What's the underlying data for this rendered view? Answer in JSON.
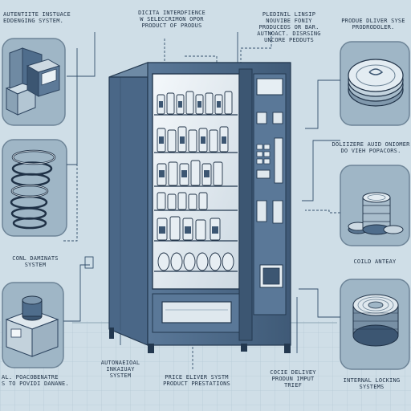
{
  "labels": {
    "top_left": "AUTENTIITE INSTUACE\nEDDENGING SYSTEM.",
    "top_center_left": "DICITA INTERDFIENCE\nW SELECCRIMON OPOR\nPRODUCT OF PRODUS",
    "top_center_right": "PLEDINIL LINSIP\nNOUVIBE FONIY\nPRODUCEOS OR BAR.\nAUTNOACT. DISRSING\nUNCORE PEDDUTS",
    "top_right": "PRODUE DLIVER SYSE\nPRODRODOLER.",
    "mid_right": "DOLIIZERE AUID ONIOMER\nDO VIEH POPACORS.",
    "left_coil": "CONL DAMINATS\nSYSTEM",
    "right_coil": "COILD ANTEAY",
    "bottom_left": "AL. POACOBENATRE\nS TO POVIDI DANANE.",
    "bottom_auto": "AUTONAEIOAL\nINKAIUAY\nSYSTEM",
    "bottom_center": "PRICE ELIVER SYSTM\nPRODUCT PRESTATIONS",
    "bottom_delivery": "COCIE DELIVEY\nPRODUN IMPUT\nTRIEF",
    "bottom_right": "INTERNAL LOCKING SYSTEMS"
  },
  "colors": {
    "background": "#cfdee7",
    "panel_fill": "#9fb6c6",
    "machine_body": "#4f6d8c",
    "machine_dark": "#2c435e",
    "outline": "#23384f",
    "screen": "#dfe8ee"
  },
  "icons": [
    "kiosk-icon",
    "coil-spring-icon",
    "coin-mechanism-icon",
    "vending-machine-icon",
    "coin-dish-icon",
    "coin-stack-icon",
    "locking-reel-icon"
  ]
}
